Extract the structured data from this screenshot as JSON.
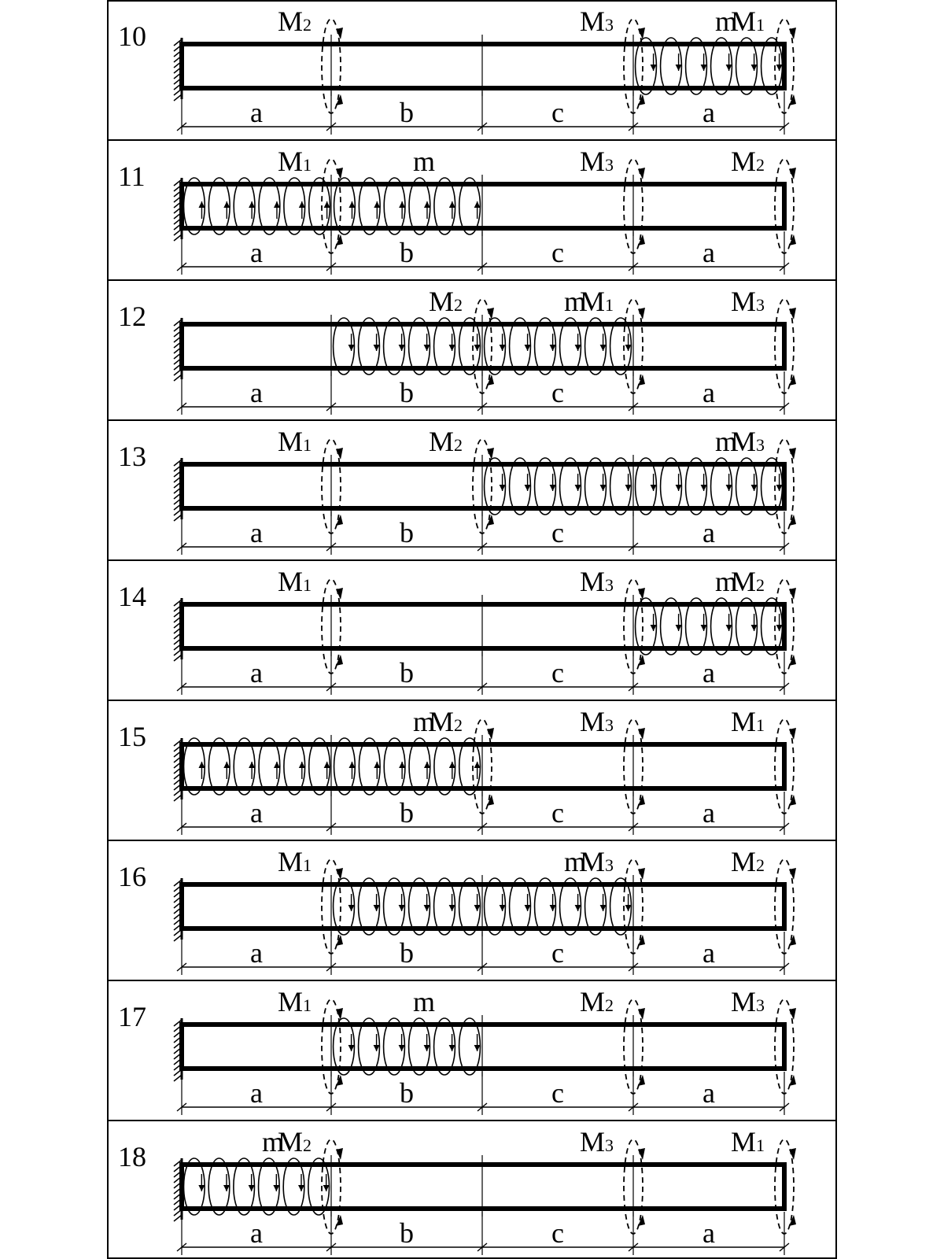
{
  "diagram": {
    "segments": [
      "a",
      "b",
      "c",
      "a"
    ],
    "rows": [
      {
        "number": "10",
        "moments": [
          {
            "name": "M",
            "sub": "2",
            "pos": 1
          },
          {
            "name": "M",
            "sub": "3",
            "pos": 3
          },
          {
            "name": "M",
            "sub": "1",
            "pos": 4
          }
        ],
        "distributed": {
          "label": "m",
          "from": 3,
          "to": 4,
          "dir": "down"
        }
      },
      {
        "number": "11",
        "moments": [
          {
            "name": "M",
            "sub": "1",
            "pos": 1
          },
          {
            "name": "M",
            "sub": "3",
            "pos": 3
          },
          {
            "name": "M",
            "sub": "2",
            "pos": 4
          }
        ],
        "distributed": {
          "label": "m",
          "from": 0,
          "to": 2,
          "dir": "up"
        }
      },
      {
        "number": "12",
        "moments": [
          {
            "name": "M",
            "sub": "2",
            "pos": 2
          },
          {
            "name": "M",
            "sub": "1",
            "pos": 3
          },
          {
            "name": "M",
            "sub": "3",
            "pos": 4
          }
        ],
        "distributed": {
          "label": "m",
          "from": 1,
          "to": 3,
          "dir": "down"
        }
      },
      {
        "number": "13",
        "moments": [
          {
            "name": "M",
            "sub": "1",
            "pos": 1
          },
          {
            "name": "M",
            "sub": "2",
            "pos": 2
          },
          {
            "name": "M",
            "sub": "3",
            "pos": 4
          }
        ],
        "distributed": {
          "label": "m",
          "from": 2,
          "to": 4,
          "dir": "down"
        }
      },
      {
        "number": "14",
        "moments": [
          {
            "name": "M",
            "sub": "1",
            "pos": 1
          },
          {
            "name": "M",
            "sub": "3",
            "pos": 3
          },
          {
            "name": "M",
            "sub": "2",
            "pos": 4
          }
        ],
        "distributed": {
          "label": "m",
          "from": 3,
          "to": 4,
          "dir": "down"
        }
      },
      {
        "number": "15",
        "moments": [
          {
            "name": "M",
            "sub": "2",
            "pos": 2
          },
          {
            "name": "M",
            "sub": "3",
            "pos": 3
          },
          {
            "name": "M",
            "sub": "1",
            "pos": 4
          }
        ],
        "distributed": {
          "label": "m",
          "from": 0,
          "to": 2,
          "dir": "up"
        }
      },
      {
        "number": "16",
        "moments": [
          {
            "name": "M",
            "sub": "1",
            "pos": 1
          },
          {
            "name": "M",
            "sub": "3",
            "pos": 3
          },
          {
            "name": "M",
            "sub": "2",
            "pos": 4
          }
        ],
        "distributed": {
          "label": "m",
          "from": 1,
          "to": 3,
          "dir": "down"
        }
      },
      {
        "number": "17",
        "moments": [
          {
            "name": "M",
            "sub": "1",
            "pos": 1
          },
          {
            "name": "M",
            "sub": "2",
            "pos": 3
          },
          {
            "name": "M",
            "sub": "3",
            "pos": 4
          }
        ],
        "distributed": {
          "label": "m",
          "from": 1,
          "to": 2,
          "dir": "down"
        }
      },
      {
        "number": "18",
        "moments": [
          {
            "name": "M",
            "sub": "2",
            "pos": 1
          },
          {
            "name": "M",
            "sub": "3",
            "pos": 3
          },
          {
            "name": "M",
            "sub": "1",
            "pos": 4
          }
        ],
        "distributed": {
          "label": "m",
          "from": 0,
          "to": 1,
          "dir": "down"
        }
      }
    ]
  }
}
